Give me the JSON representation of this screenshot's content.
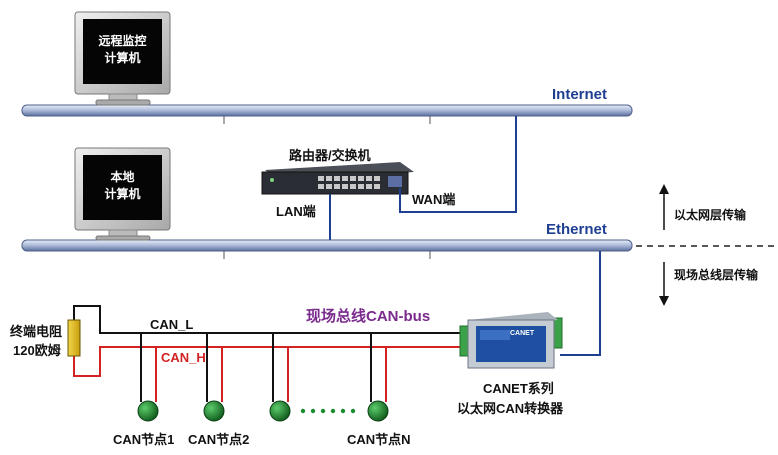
{
  "monitors": {
    "remote": {
      "line1": "远程监控",
      "line2": "计算机"
    },
    "local": {
      "line1": "本地",
      "line2": "计算机"
    }
  },
  "networks": {
    "internet": "Internet",
    "ethernet": "Ethernet"
  },
  "router": {
    "title": "路由器/交换机",
    "lan_port": "LAN端",
    "wan_port": "WAN端"
  },
  "layers": {
    "ethernet_layer": "以太网层传输",
    "fieldbus_layer": "现场总线层传输"
  },
  "fieldbus": {
    "title": "现场总线CAN-bus",
    "can_l": "CAN_L",
    "can_h": "CAN_H",
    "terminator_line1": "终端电阻",
    "terminator_line2": "120欧姆"
  },
  "converter": {
    "device_label": "CANET",
    "caption_line1": "CANET系列",
    "caption_line2": "以太网CAN转换器"
  },
  "nodes": [
    "CAN节点1",
    "CAN节点2",
    "CAN节点N"
  ],
  "colors": {
    "bus_blue": "#1f3f93",
    "can_red": "#d22222",
    "node_green": "#1e8a2e"
  }
}
